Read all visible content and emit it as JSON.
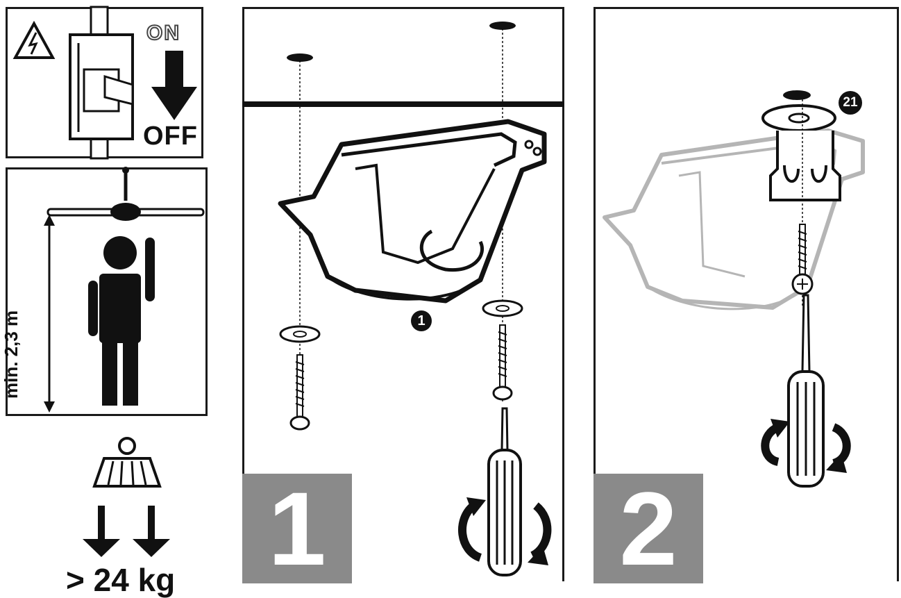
{
  "power_panel": {
    "on_label": "ON",
    "off_label": "OFF"
  },
  "height_panel": {
    "label": "min. 2,3 m"
  },
  "weight_panel": {
    "bottom_text": "> 24 kg"
  },
  "step1": {
    "number": "1",
    "callout": "1"
  },
  "step2": {
    "number": "2",
    "callout": "21"
  },
  "colors": {
    "line": "#1a1a1a",
    "step_box": "#8a8a8a",
    "faded": "#b5b5b5"
  }
}
